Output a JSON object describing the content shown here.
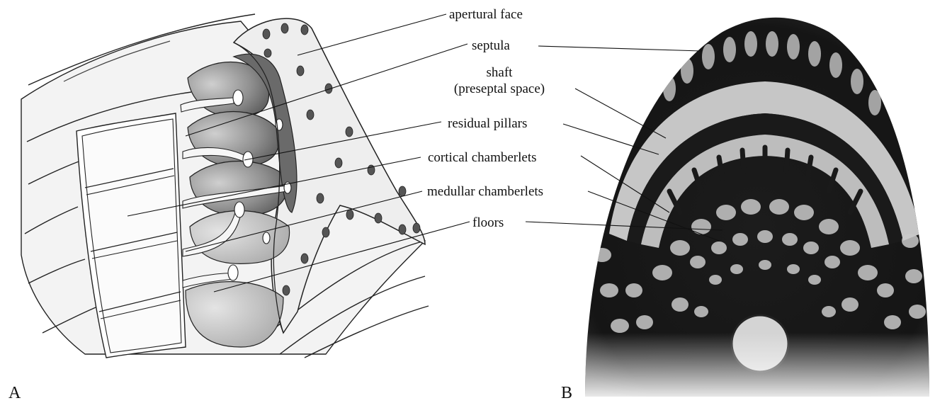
{
  "panels": {
    "a": {
      "label": "A"
    },
    "b": {
      "label": "B"
    }
  },
  "labels": {
    "apertural_face": "apertural face",
    "septula": "septula",
    "shaft_line1": "shaft",
    "shaft_line2": "(preseptal space)",
    "residual_pillars": "residual pillars",
    "cortical_chamberlets": "cortical chamberlets",
    "medullar_chamberlets": "medullar chamberlets",
    "floors": "floors"
  },
  "colors": {
    "ink": "#111111",
    "paper": "#ffffff",
    "shell_light": "#ececec",
    "shell_mid": "#b9b9b9",
    "shell_dark": "#555555",
    "thin_section_dark": "#1a1a1a",
    "thin_section_light": "#d8d8d8"
  }
}
